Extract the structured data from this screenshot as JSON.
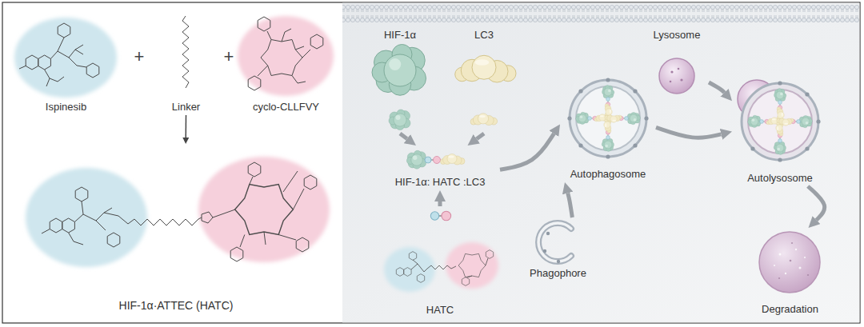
{
  "diagram": {
    "nodes": [
      {
        "text": [
          "Ispinesib"
        ]
      },
      {
        "text": [
          "Linker"
        ]
      },
      {
        "text": [
          "cyclo-CLLFVY"
        ]
      },
      {
        "text": [
          "HIF-1α·ATTEC (HATC)"
        ]
      },
      {
        "text": [
          "HIF-1α"
        ]
      },
      {
        "text": [
          "LC3"
        ]
      },
      {
        "text": [
          "HIF-1α: HATC :LC3"
        ]
      },
      {
        "text": [
          "HATC"
        ]
      },
      {
        "text": [
          "Autophagosome"
        ]
      },
      {
        "text": [
          "Phagophore"
        ]
      },
      {
        "text": [
          "Lysosome"
        ]
      },
      {
        "text": [
          "Autolysosome"
        ]
      },
      {
        "text": [
          "Degradation"
        ]
      }
    ],
    "edges": [
      {
        "from": 1,
        "to": 3,
        "arrow": "to"
      },
      {
        "from": 4,
        "to": 6,
        "arrow": "to"
      },
      {
        "from": 5,
        "to": 6,
        "arrow": "to"
      },
      {
        "from": 7,
        "to": 6,
        "arrow": "to"
      },
      {
        "from": 6,
        "to": 8,
        "arrow": "to"
      },
      {
        "from": 9,
        "to": 8,
        "arrow": "to"
      },
      {
        "from": 8,
        "to": 11,
        "arrow": "to"
      },
      {
        "from": 10,
        "to": 11,
        "arrow": "to"
      },
      {
        "from": 11,
        "to": 12,
        "arrow": "to"
      }
    ],
    "labels": [
      "+",
      "+"
    ]
  }
}
